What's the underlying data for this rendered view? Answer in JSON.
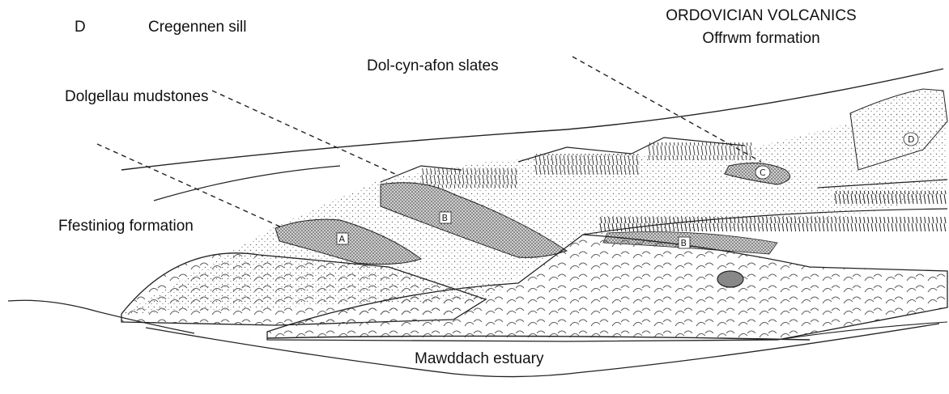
{
  "legend": {
    "letter": "D",
    "text": "Cregennen sill"
  },
  "labels": {
    "ordovician": "ORDOVICIAN VOLCANICS",
    "offrwm": "Offrwm formation",
    "dolcyn": "Dol-cyn-afon slates",
    "dolgellau": "Dolgellau mudstones",
    "ffestiniog": "Ffestiniog formation",
    "mawddach": "Mawddach estuary"
  },
  "markers": {
    "a": "A",
    "b": "B",
    "b2": "B",
    "c": "C",
    "d": "D"
  },
  "colors": {
    "ink": "#111111",
    "stipple": "#555555",
    "hatch": "#333333"
  }
}
